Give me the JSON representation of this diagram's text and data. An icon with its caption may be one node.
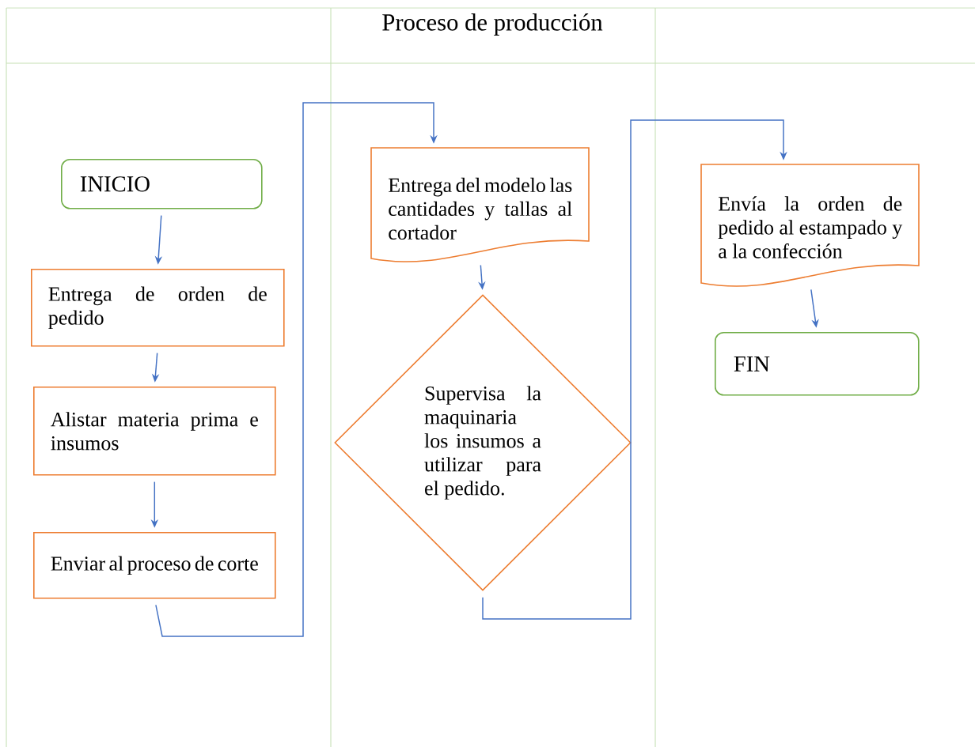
{
  "diagram": {
    "title": "Proceso de producción",
    "nodes": [
      {
        "text": [
          "INICIO"
        ]
      },
      {
        "text": [
          "Entrega de orden de pedido"
        ]
      },
      {
        "text": [
          "Alistar materia prima e insumos"
        ]
      },
      {
        "text": [
          "Enviar al proceso de corte"
        ]
      },
      {
        "text": [
          "Entrega del modelo las cantidades y tallas al cortador"
        ]
      },
      {
        "text": [
          "Supervisa la maquinaria los insumos a utilizar para el pedido."
        ]
      },
      {
        "text": [
          "Envía la orden de pedido al estampado y a la confección"
        ]
      },
      {
        "text": [
          "FIN"
        ]
      }
    ],
    "edges": [
      {
        "from": 0,
        "to": 1,
        "arrow": "to"
      },
      {
        "from": 1,
        "to": 2,
        "arrow": "to"
      },
      {
        "from": 2,
        "to": 3,
        "arrow": "to"
      },
      {
        "from": 3,
        "to": 4,
        "arrow": "to"
      },
      {
        "from": 4,
        "to": 5,
        "arrow": "to"
      },
      {
        "from": 5,
        "to": 6,
        "arrow": "to"
      },
      {
        "from": 6,
        "to": 7,
        "arrow": "to"
      }
    ]
  }
}
